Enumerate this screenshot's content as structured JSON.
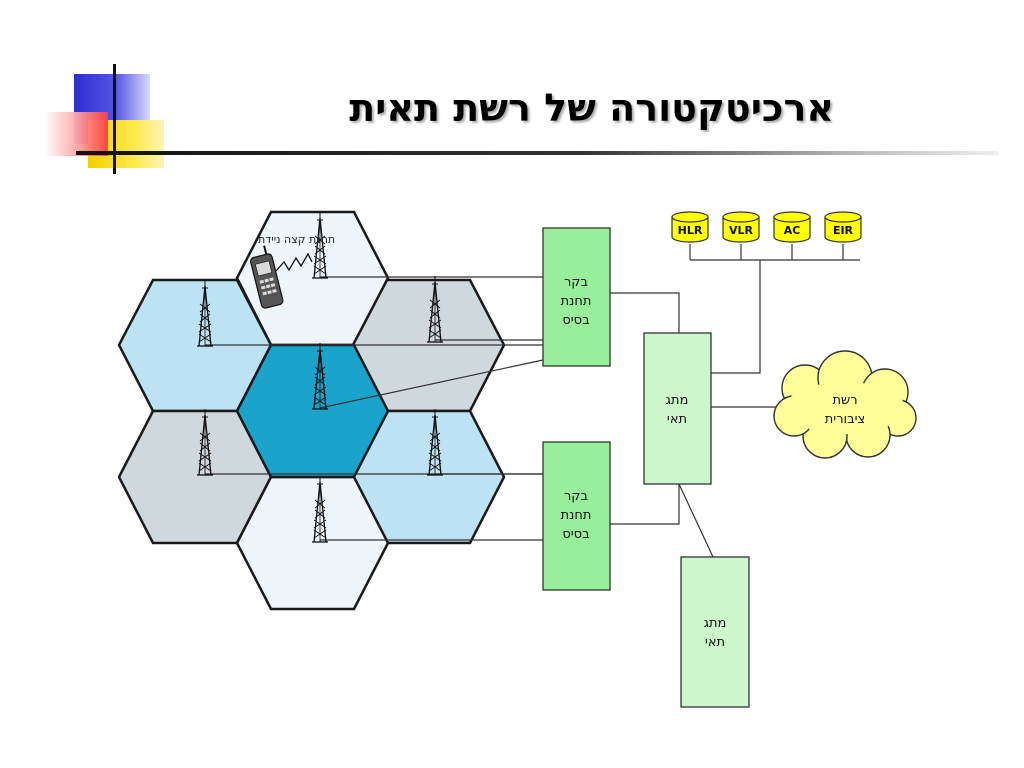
{
  "slide": {
    "title": "ארכיטקטורה של רשת תאית"
  },
  "diagram": {
    "mobile_label": "תחנת קצה ניידת",
    "bsc_1": {
      "line1": "בקר",
      "line2": "תחנת",
      "line3": "בסיס"
    },
    "bsc_2": {
      "line1": "בקר",
      "line2": "תחנת",
      "line3": "בסיס"
    },
    "msc_main": {
      "line1": "מתג",
      "line2": "תאי"
    },
    "msc_second": {
      "line1": "מתג",
      "line2": "תאי"
    },
    "databases": [
      "HLR",
      "VLR",
      "AC",
      "EIR"
    ],
    "public_network": {
      "line1": "רשת",
      "line2": "ציבורית"
    }
  },
  "colors": {
    "cell_light": "#eef5fb",
    "cell_blue": "#bde2f4",
    "cell_gray": "#cfd8dc",
    "cell_center": "#1aa4cc",
    "bsc_fill": "#99ee99",
    "msc_fill": "#ccf7cc",
    "db_fill": "#ffff00",
    "cloud_fill": "#ffff99"
  }
}
